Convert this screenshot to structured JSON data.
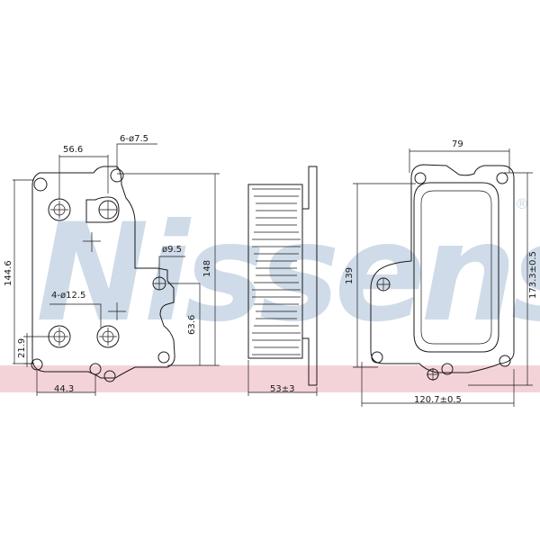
{
  "watermark": {
    "brand": "Nissens",
    "registered": "®",
    "band_color": "#f4d3d8",
    "text_color": "#cfdbe8"
  },
  "front_view": {
    "dims": {
      "width_top": "56.6",
      "holes_top": "6-ø7.5",
      "height_left": "144.6",
      "hole_mid": "ø9.5",
      "holes_mid": "4-ø12.5",
      "height_right": "148",
      "height_inner": "63.6",
      "offset_left": "21.9",
      "width_bottom": "44.3"
    }
  },
  "side_view": {
    "dims": {
      "depth": "53±3"
    }
  },
  "rear_view": {
    "dims": {
      "width_top": "79",
      "height_left": "139",
      "height_right": "173.3±0.5",
      "width_bottom": "120.7±0.5"
    }
  }
}
